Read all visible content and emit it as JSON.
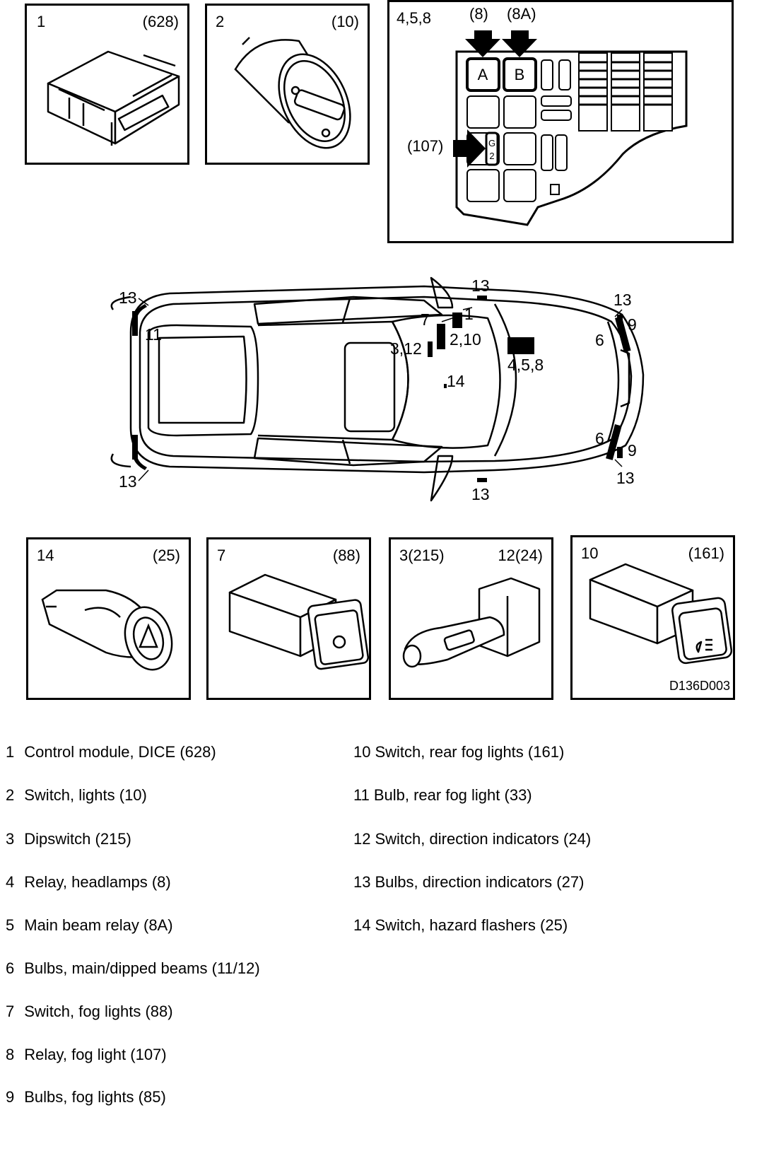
{
  "top_panels": [
    {
      "number": "1",
      "code": "(628)"
    },
    {
      "number": "2",
      "code": "(10)"
    }
  ],
  "fusebox": {
    "number": "4,5,8",
    "arrow_a": "(8)",
    "arrow_b": "(8A)",
    "arrow_side": "(107)",
    "relay_a": "A",
    "relay_b": "B",
    "relay_g_top": "G",
    "relay_g_bottom": "2"
  },
  "car_callouts": {
    "c13_front_left": "13",
    "c13_rear_left": "13",
    "c13_front_right": "13",
    "c13_rear_right": "13",
    "c13_mirror_top": "13",
    "c13_mirror_bottom": "13",
    "c11": "11",
    "c7": "7",
    "c1": "1",
    "c2_10": "2,10",
    "c3_12": "3,12",
    "c4_5_8": "4,5,8",
    "c14": "14",
    "c6_top": "6",
    "c6_bottom": "6",
    "c9_top": "9",
    "c9_bottom": "9"
  },
  "bottom_panels": [
    {
      "left": "14",
      "right": "(25)"
    },
    {
      "left": "7",
      "right": "(88)"
    },
    {
      "left": "3(215)",
      "right": "12(24)"
    },
    {
      "left": "10",
      "right": "(161)"
    }
  ],
  "drawing_code": "D136D003",
  "legend_left": [
    {
      "num": "1",
      "text": "Control module, DICE (628)"
    },
    {
      "num": "2",
      "text": "Switch, lights (10)"
    },
    {
      "num": "3",
      "text": "Dipswitch (215)"
    },
    {
      "num": "4",
      "text": "Relay, headlamps (8)"
    },
    {
      "num": "5",
      "text": "Main beam relay (8A)"
    },
    {
      "num": "6",
      "text": "Bulbs, main/dipped beams (11/12)"
    },
    {
      "num": "7",
      "text": "Switch, fog lights (88)"
    },
    {
      "num": "8",
      "text": "Relay, fog light (107)"
    },
    {
      "num": "9",
      "text": "Bulbs, fog lights (85)"
    }
  ],
  "legend_right": [
    {
      "num": "10",
      "text": "Switch, rear fog lights (161)"
    },
    {
      "num": "11",
      "text": "Bulb, rear fog light (33)"
    },
    {
      "num": "12",
      "text": "Switch, direction indicators (24)"
    },
    {
      "num": "13",
      "text": "Bulbs, direction indicators (27)"
    },
    {
      "num": "14",
      "text": "Switch, hazard flashers (25)"
    }
  ]
}
